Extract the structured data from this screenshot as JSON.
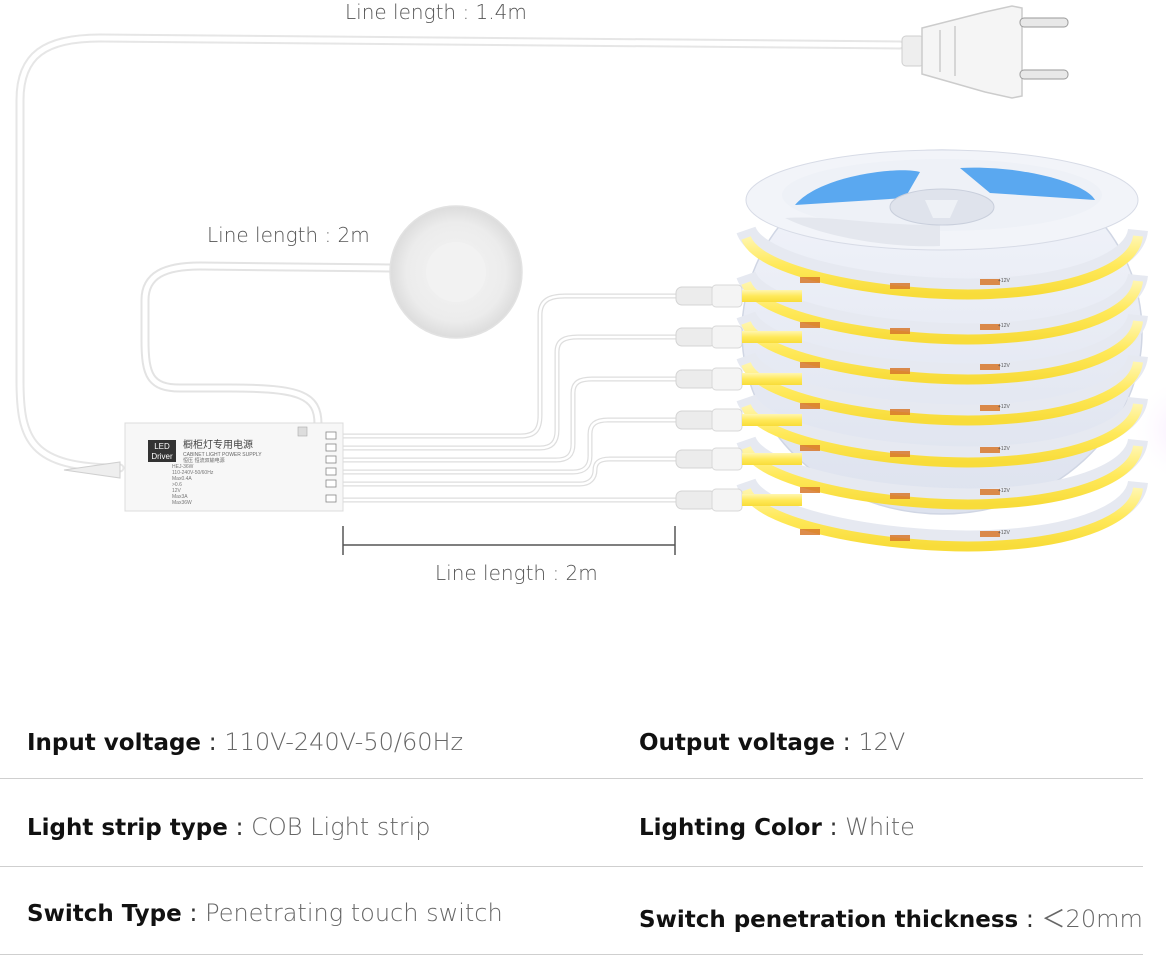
{
  "diagram": {
    "labels": {
      "plug_cable": "Line length : 1.4m",
      "sensor_cable": "Line length : 2m",
      "output_cable": "Line length : 2m"
    },
    "driver": {
      "badge_top": "LED",
      "badge_bottom": "Driver",
      "title_cn": "橱柜灯专用电源",
      "subtitle": "CABINET LIGHT POWER SUPPLY",
      "line3": "恒压 恒流双输电源",
      "spec_lines": [
        "HEJ-36W",
        "110-240V-50/60Hz",
        "Max0.4A",
        ">0.6",
        "12V",
        "Max3A",
        "Max36W"
      ]
    },
    "strip_marking": "+12V"
  },
  "specs": [
    {
      "left": {
        "key": "Input voltage",
        "sep": " : ",
        "value": "110V-240V-50/60Hz"
      },
      "right": {
        "key": "Output voltage",
        "sep": " : ",
        "value": "12V"
      }
    },
    {
      "left": {
        "key": "Light strip type",
        "sep": " : ",
        "value": "COB Light strip"
      },
      "right": {
        "key": "Lighting Color",
        "sep": " : ",
        "value": "White"
      }
    },
    {
      "left": {
        "key": "Switch Type",
        "sep": " : ",
        "value": "Penetrating touch switch"
      },
      "right": {
        "key": "Switch penetration thickness",
        "sep": " : ",
        "value": "＜20mm"
      }
    }
  ]
}
